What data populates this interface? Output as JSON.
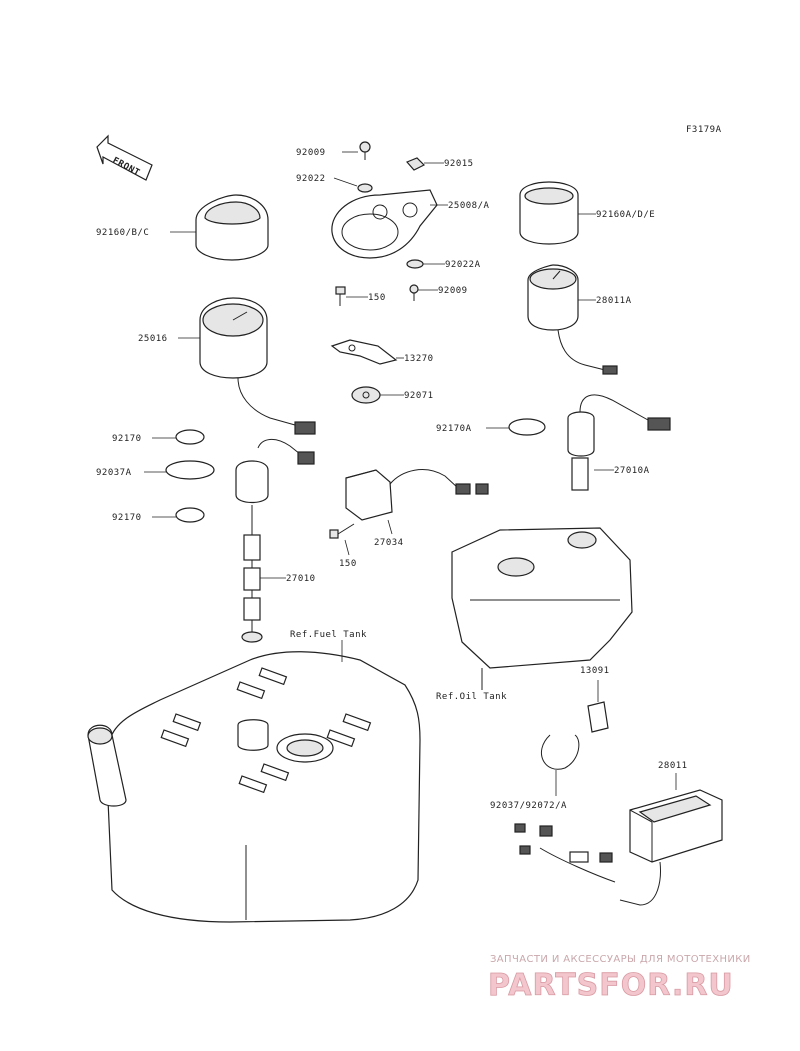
{
  "figure_code": "F3179A",
  "front_label": "FRONT",
  "part_labels": {
    "p92009_top": "92009",
    "p92022": "92022",
    "p92015": "92015",
    "p25008": "25008/A",
    "p92160bc": "92160/B/C",
    "p92160ade": "92160A/D/E",
    "p92022a": "92022A",
    "p150_top": "150",
    "p92009_mid": "92009",
    "p28011a": "28011A",
    "p25016": "25016",
    "p13270": "13270",
    "p92071": "92071",
    "p92170_top": "92170",
    "p92170a": "92170A",
    "p27010a": "27010A",
    "p92037a": "92037A",
    "p92170_bot": "92170",
    "p27034": "27034",
    "p150_bot": "150",
    "p27010": "27010",
    "ref_fuel_tank": "Ref.Fuel Tank",
    "p13091": "13091",
    "ref_oil_tank": "Ref.Oil Tank",
    "p28011": "28011",
    "p92037_92072a": "92037/92072/A"
  },
  "watermark": {
    "tagline": "ЗАПЧАСТИ И АКСЕССУАРЫ ДЛЯ МОТОТЕХНИКИ",
    "brand": "PARTSFOR.RU"
  }
}
